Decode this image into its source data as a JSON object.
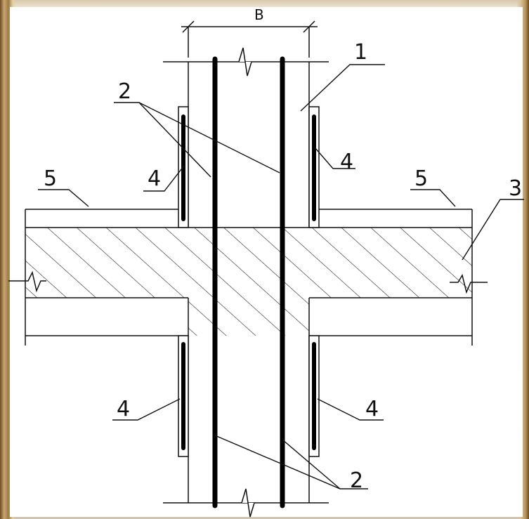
{
  "diagram": {
    "dimension_label": "B",
    "labels": {
      "item1": "1",
      "item2_top": "2",
      "item2_bottom": "2",
      "item3": "3",
      "item4_upper_left": "4",
      "item4_upper_right": "4",
      "item4_lower_left": "4",
      "item4_lower_right": "4",
      "item5_left": "5",
      "item5_right": "5"
    }
  },
  "colors": {
    "line": "#111111",
    "rebar": "#000000",
    "paper": "#ffffff"
  }
}
